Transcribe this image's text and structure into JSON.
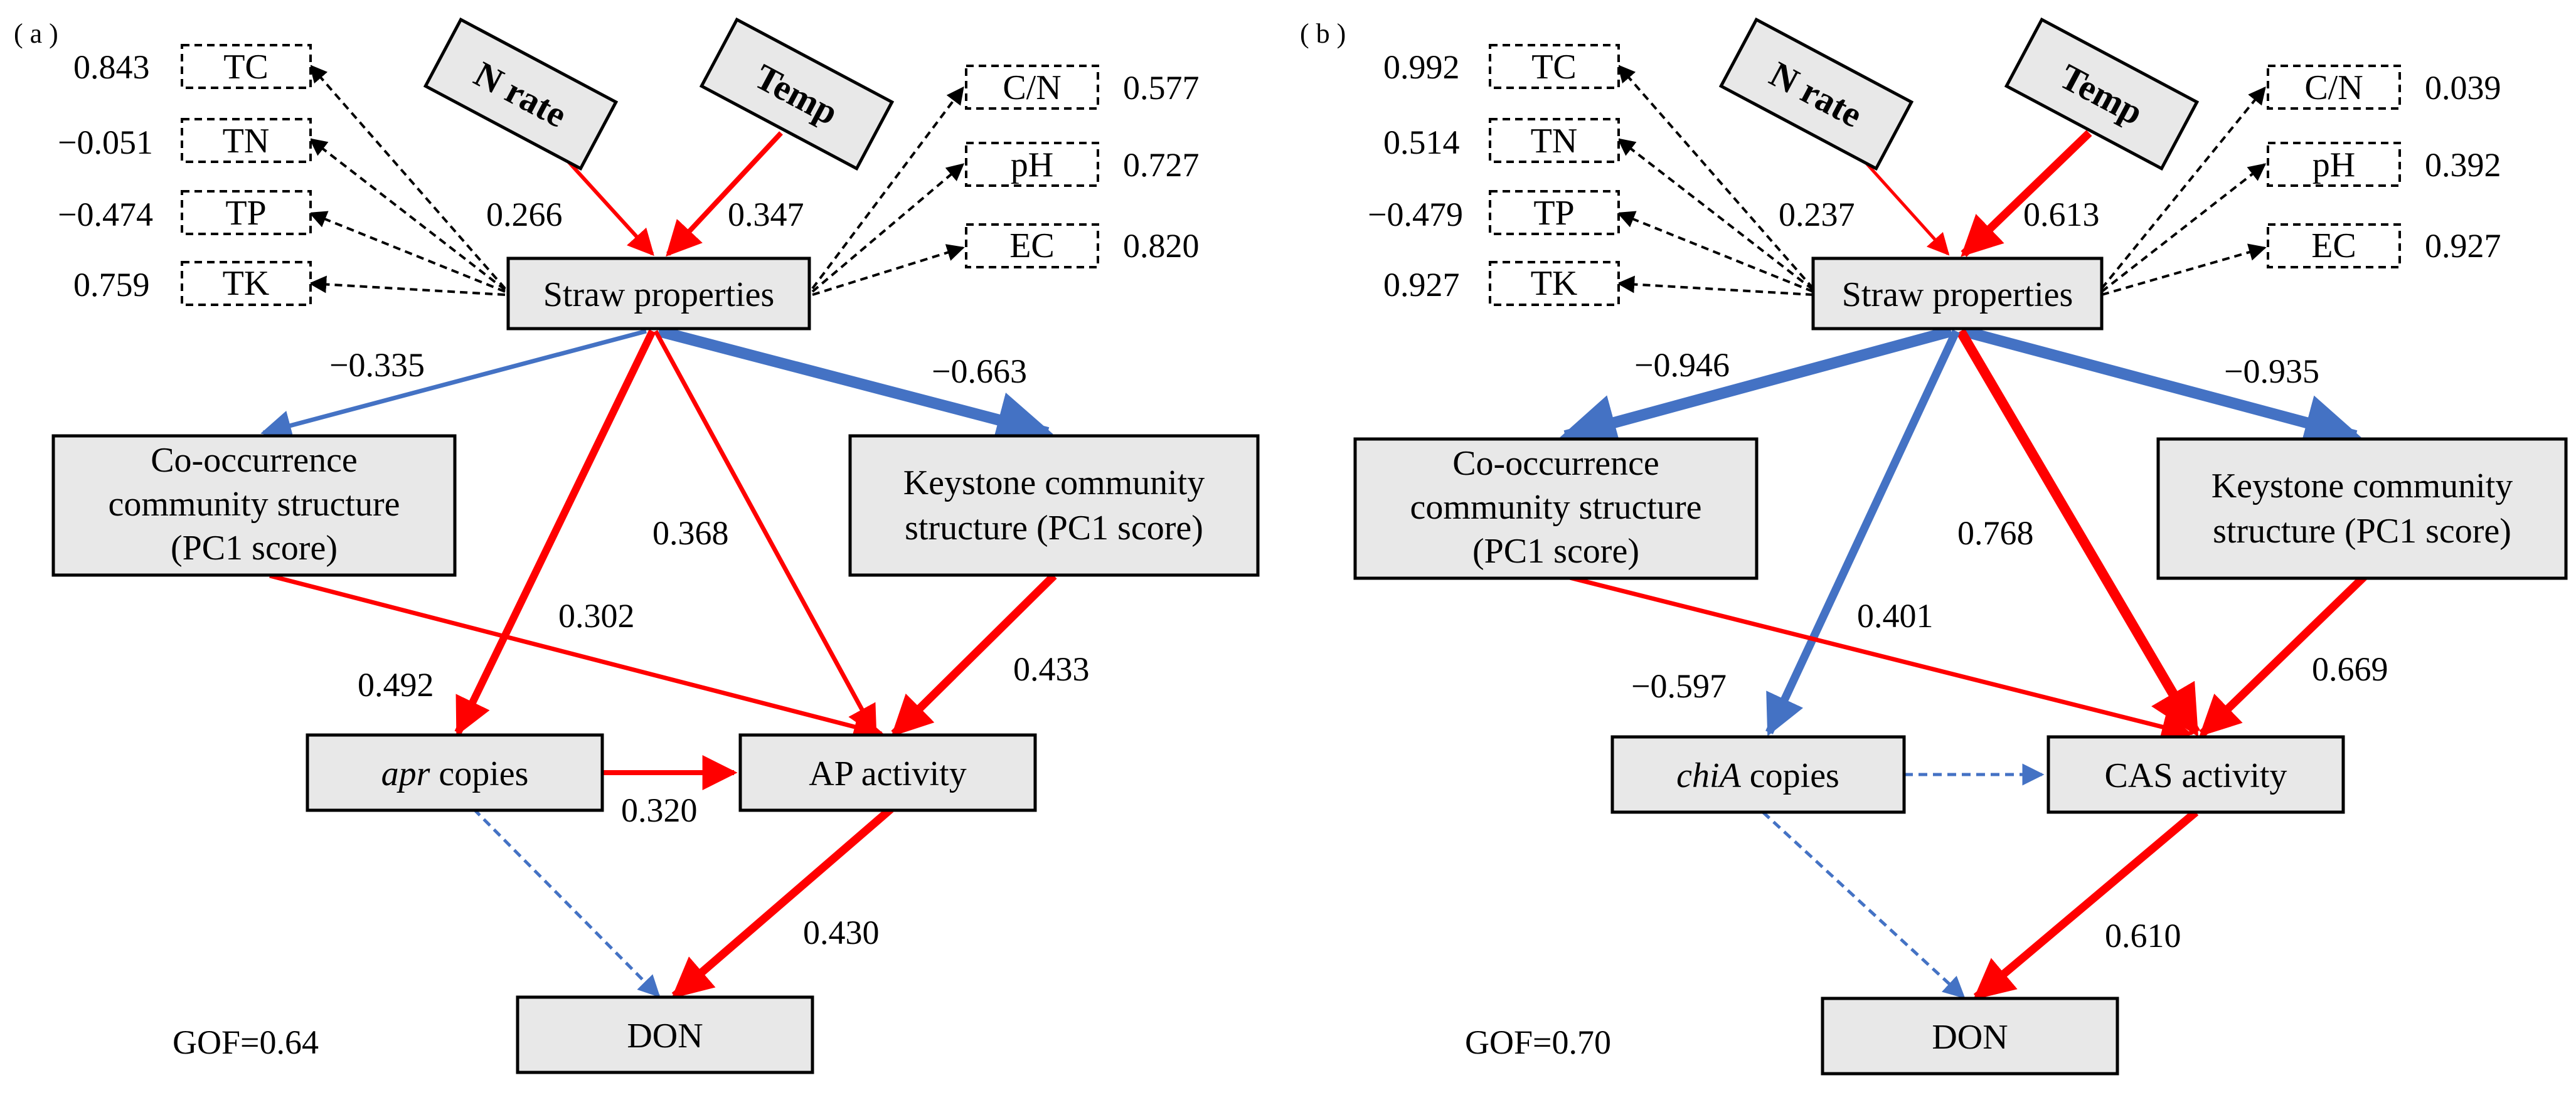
{
  "colors": {
    "positive": "#ff0000",
    "negative": "#4472c4",
    "box_fill": "#e8e8e8",
    "stroke": "#000000"
  },
  "panels": [
    {
      "label": "( a )",
      "drivers": [
        "N rate",
        "Temp"
      ],
      "driver_coefs": [
        "0.266",
        "0.347"
      ],
      "left_props": [
        {
          "value": "0.843",
          "name": "TC"
        },
        {
          "value": "−0.051",
          "name": "TN"
        },
        {
          "value": "−0.474",
          "name": "TP"
        },
        {
          "value": "0.759",
          "name": "TK"
        }
      ],
      "right_props": [
        {
          "value": "0.577",
          "name": "C/N"
        },
        {
          "value": "0.727",
          "name": "pH"
        },
        {
          "value": "0.820",
          "name": "EC"
        }
      ],
      "straw": "Straw properties",
      "cooc": [
        "Co-occurrence",
        "community structure",
        "(PC1 score)"
      ],
      "keystone": [
        "Keystone community",
        "structure (PC1 score)"
      ],
      "gene_italic": "apr",
      "gene_rest": " copies",
      "enzyme": "AP activity",
      "don": "DON",
      "gof": "GOF=0.64",
      "coefs": {
        "straw_cooc": "−0.335",
        "straw_keystone": "−0.663",
        "straw_enzyme": "0.368",
        "cooc_enzyme": "0.302",
        "straw_gene": "0.492",
        "keystone_enzyme": "0.433",
        "gene_enzyme": "0.320",
        "enzyme_don": "0.430"
      }
    },
    {
      "label": "( b )",
      "drivers": [
        "N rate",
        "Temp"
      ],
      "driver_coefs": [
        "0.237",
        "0.613"
      ],
      "left_props": [
        {
          "value": "0.992",
          "name": "TC"
        },
        {
          "value": "0.514",
          "name": "TN"
        },
        {
          "value": "−0.479",
          "name": "TP"
        },
        {
          "value": "0.927",
          "name": "TK"
        }
      ],
      "right_props": [
        {
          "value": "0.039",
          "name": "C/N"
        },
        {
          "value": "0.392",
          "name": "pH"
        },
        {
          "value": "0.927",
          "name": "EC"
        }
      ],
      "straw": "Straw properties",
      "cooc": [
        "Co-occurrence",
        "community structure",
        "(PC1 score)"
      ],
      "keystone": [
        "Keystone community",
        "structure (PC1 score)"
      ],
      "gene_italic": "chiA",
      "gene_rest": " copies",
      "enzyme": "CAS activity",
      "don": "DON",
      "gof": "GOF=0.70",
      "coefs": {
        "straw_cooc": "−0.946",
        "straw_keystone": "−0.935",
        "straw_enzyme": "0.768",
        "cooc_enzyme": "0.401",
        "straw_gene": "−0.597",
        "keystone_enzyme": "0.669",
        "gene_enzyme": "",
        "enzyme_don": "0.610"
      }
    }
  ]
}
